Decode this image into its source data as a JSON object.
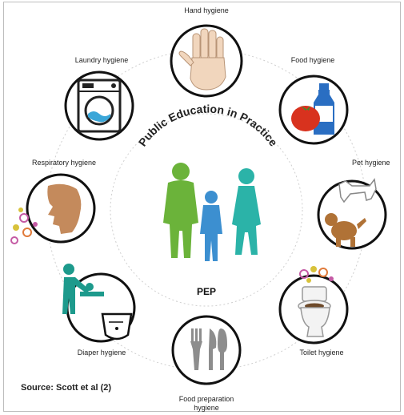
{
  "center": {
    "title": "Public Education in Practice",
    "acronym": "PEP"
  },
  "labels": {
    "hand": "Hand hygiene",
    "food": "Food hygiene",
    "pet": "Pet hygiene",
    "toilet": "Toilet hygiene",
    "food_prep": "Food preparation hygiene",
    "diaper": "Diaper hygiene",
    "respiratory": "Respiratory hygiene",
    "laundry": "Laundry hygiene"
  },
  "source": "Source: Scott et al (2)",
  "icons": [
    "hand-icon",
    "food-icon",
    "pet-icon",
    "toilet-icon",
    "cutlery-icon",
    "diaper-icon",
    "respiratory-icon",
    "washing-machine-icon",
    "family-icon"
  ],
  "colors": {
    "ring": "#111111",
    "family_green": "#6bb33a",
    "family_blue": "#3c8fd0",
    "family_teal": "#2bb3a8",
    "tomato": "#d8321e",
    "bottle": "#2a6ec2",
    "dog": "#b07236",
    "diaper_teal": "#1d9a8c"
  }
}
